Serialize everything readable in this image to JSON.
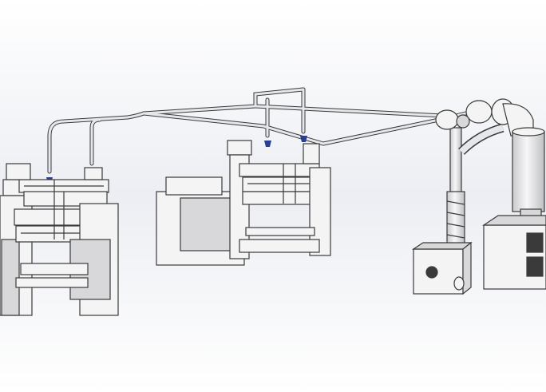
{
  "scene": {
    "background_top": "#ffffff",
    "background_mid": "#eceef3",
    "background_bottom": "#ffffff",
    "stroke": "#3a3a3a",
    "body": "#f4f4f4",
    "shade": "#d8d8da",
    "pipe": "#e6e7ea",
    "accent": "#2a3f8f",
    "label": "",
    "components": {
      "machine_left": "textile-machine",
      "machine_middle": "textile-machine",
      "duct_network": "overhead-pipe",
      "fan_unit": "blower-box",
      "filter_unit": "cyclone-filter-cabinet"
    }
  }
}
